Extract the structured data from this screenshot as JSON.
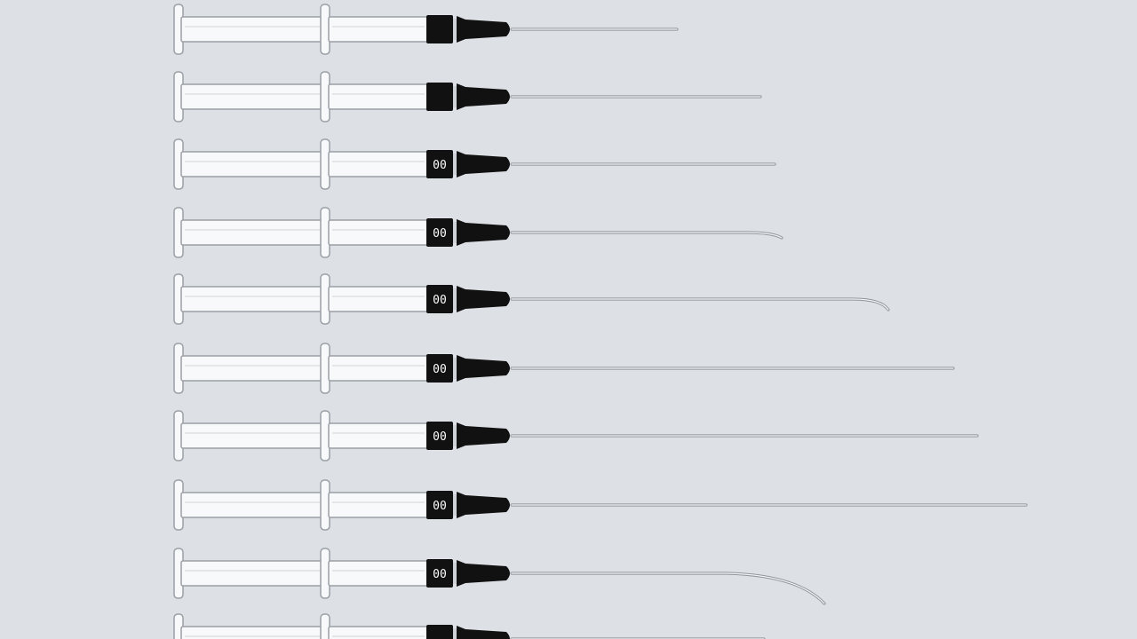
{
  "scene": {
    "subject": "syringes-with-needles",
    "background_color": "#dde1e5",
    "barrel_color": "#f8f9fa",
    "outline_color": "#9aa0a6",
    "hub_color": "#111111",
    "needle_color": "#8f959b"
  },
  "syringes": [
    {
      "hub_marking": "",
      "needle_tip": "straight"
    },
    {
      "hub_marking": "",
      "needle_tip": "straight"
    },
    {
      "hub_marking": "00",
      "needle_tip": "straight"
    },
    {
      "hub_marking": "00",
      "needle_tip": "slight-curve"
    },
    {
      "hub_marking": "00",
      "needle_tip": "curve"
    },
    {
      "hub_marking": "00",
      "needle_tip": "straight"
    },
    {
      "hub_marking": "00",
      "needle_tip": "straight"
    },
    {
      "hub_marking": "00",
      "needle_tip": "straight"
    },
    {
      "hub_marking": "00",
      "needle_tip": "strong-curve"
    },
    {
      "hub_marking": "",
      "needle_tip": "straight"
    }
  ]
}
